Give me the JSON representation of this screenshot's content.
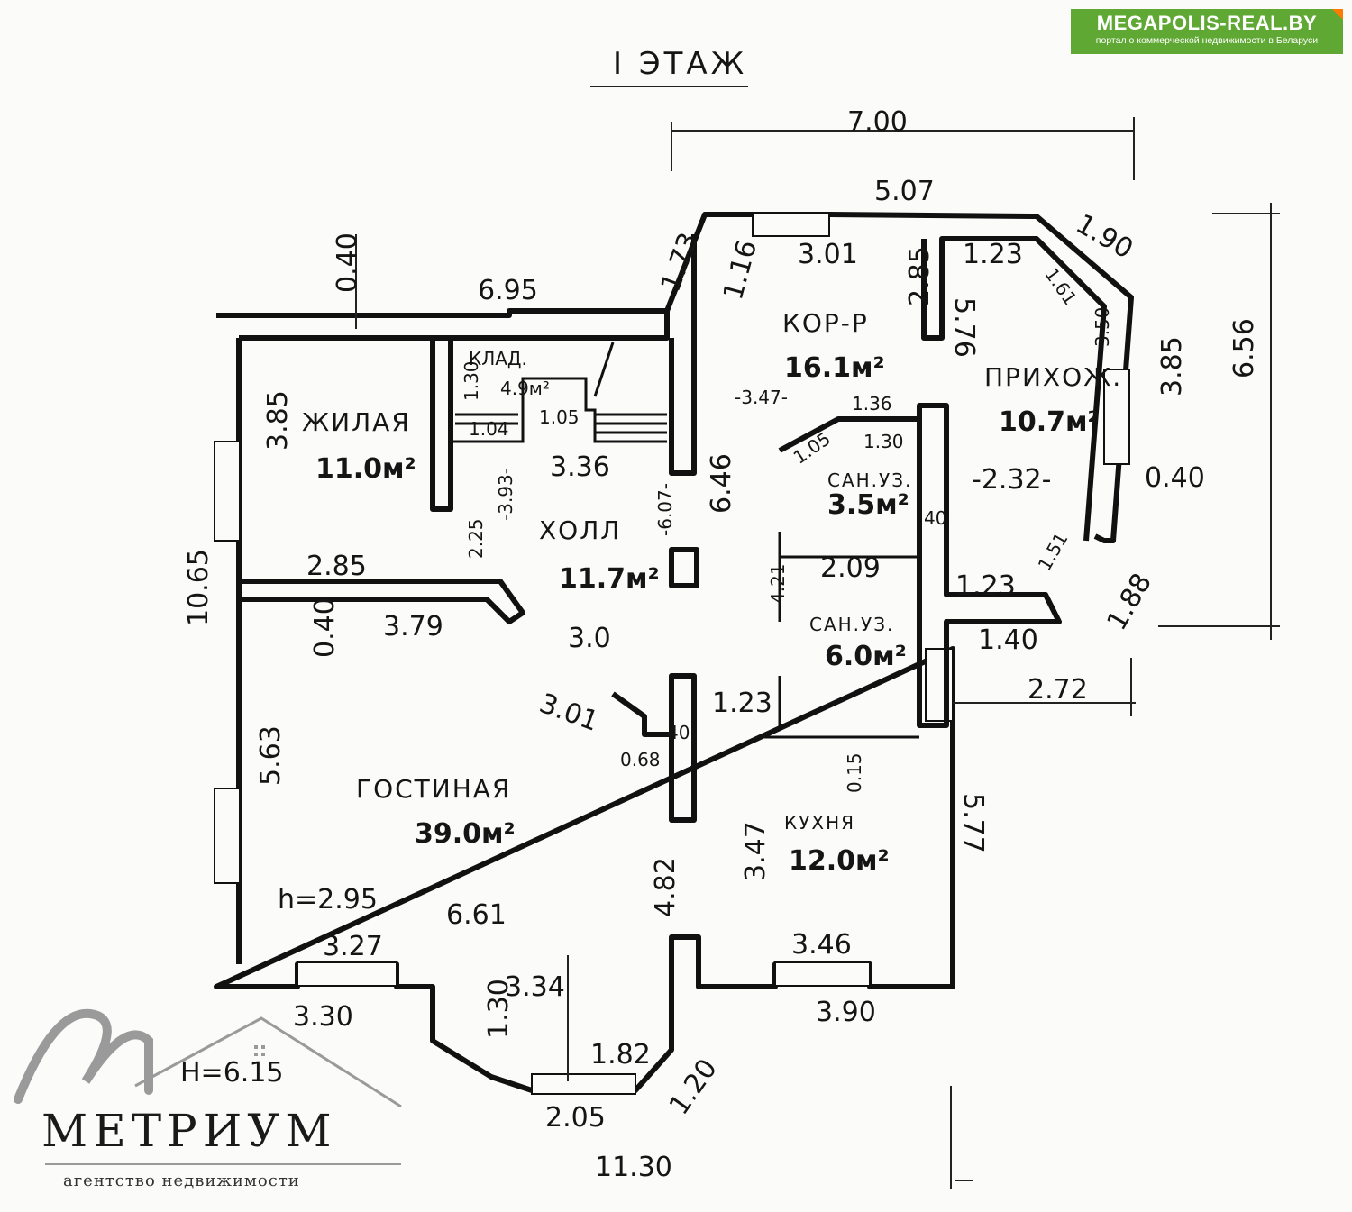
{
  "badge": {
    "site": "MEGAPOLIS-REAL.BY",
    "tagline": "портал о коммерческой недвижимости в Беларуси",
    "color": "#5fa833"
  },
  "plan": {
    "title": "I ЭТАЖ",
    "rooms": [
      {
        "name": "ЖИЛАЯ",
        "area": "11.0м²"
      },
      {
        "name": "ХОЛЛ",
        "area": "11.7м²"
      },
      {
        "name": "КОР-Р",
        "area": "16.1м²"
      },
      {
        "name": "ПРИХОЖ.",
        "area": "10.7м²"
      },
      {
        "name": "САН.УЗ.",
        "area": "3.5м²"
      },
      {
        "name": "САН.УЗ.",
        "area": "6.0м²"
      },
      {
        "name": "ГОСТИНАЯ",
        "area": "39.0м²"
      },
      {
        "name": "КУХНЯ",
        "area": "12.0м²"
      },
      {
        "name": "КЛАД.",
        "area": "4.9м²"
      }
    ],
    "dimensions": [
      "7.00",
      "5.07",
      "3.01",
      "1.73",
      "1.16",
      "2.85",
      "5.76",
      "1.23",
      "1.61",
      "1.90",
      "3.50",
      "3.85",
      "6.56",
      "0.40",
      "6.95",
      "3.85",
      "-3.47-",
      "1.36",
      "1.05",
      "1.30",
      "3.36",
      "-3.93-",
      "-6.07-",
      "6.46",
      "2.25",
      "2.85",
      "10.65",
      "3.79",
      "0.40",
      "3.0",
      "-2.32-",
      "0.40",
      "1.51",
      "1.88",
      "4.21",
      "2.09",
      "40",
      "1.23",
      "1.40",
      "2.72",
      "3.01",
      "40",
      "1.23",
      "0.68",
      "0.15",
      "5.63",
      "5.77",
      "3.47",
      "4.82",
      "6.61",
      "3.27",
      "3.46",
      "3.30",
      "3.90",
      "1.30",
      "3.34",
      "1.82",
      "1.20",
      "2.05",
      "11.30",
      "1.30",
      "1.05",
      "1.04"
    ],
    "height_note": "h=2.95",
    "total_height_note": "H=6.15"
  },
  "brand": {
    "name": "МЕТРИУМ",
    "subtitle": "агентство недвижимости"
  }
}
